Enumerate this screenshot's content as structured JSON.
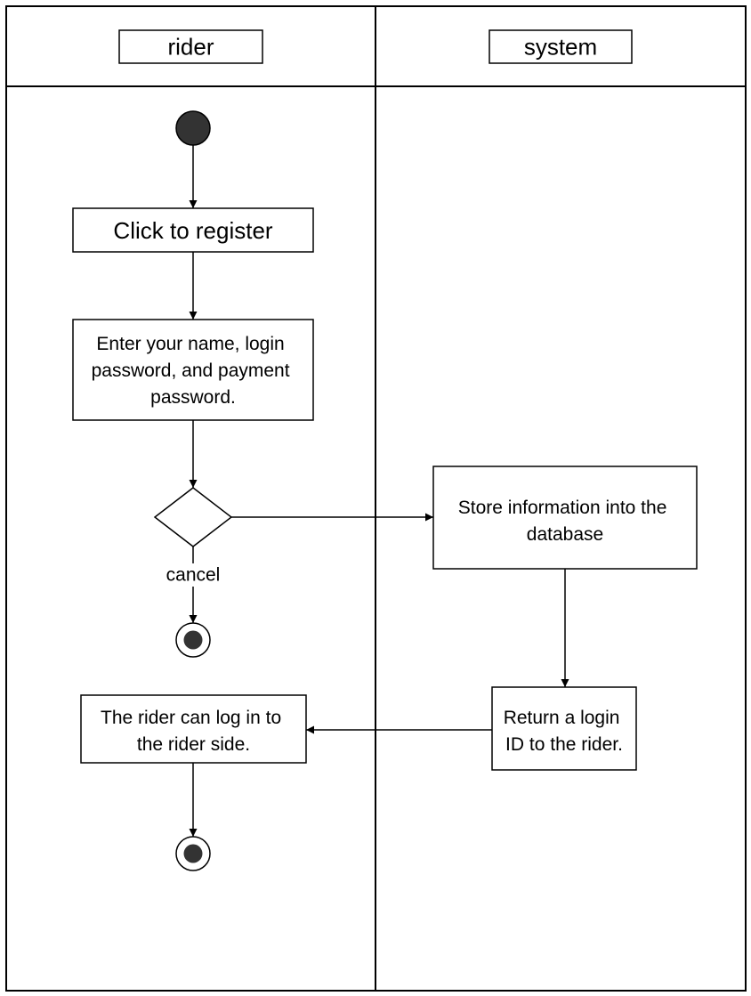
{
  "lanes": {
    "left": {
      "title": "rider"
    },
    "right": {
      "title": "system"
    }
  },
  "nodes": {
    "register": {
      "lines": [
        "Click to register"
      ]
    },
    "enter_info": {
      "lines": [
        "Enter your name, login",
        "password, and payment",
        "password."
      ]
    },
    "store_info": {
      "lines": [
        "Store information into the",
        "database"
      ]
    },
    "return_id": {
      "lines": [
        "Return a login",
        "ID to the rider."
      ]
    },
    "rider_login": {
      "lines": [
        "The rider can log in to",
        "the rider side."
      ]
    }
  },
  "edges": {
    "cancel_label": "cancel"
  },
  "colors": {
    "stroke": "#000000",
    "node_fill": "#ffffff",
    "state_fill": "#333333"
  }
}
